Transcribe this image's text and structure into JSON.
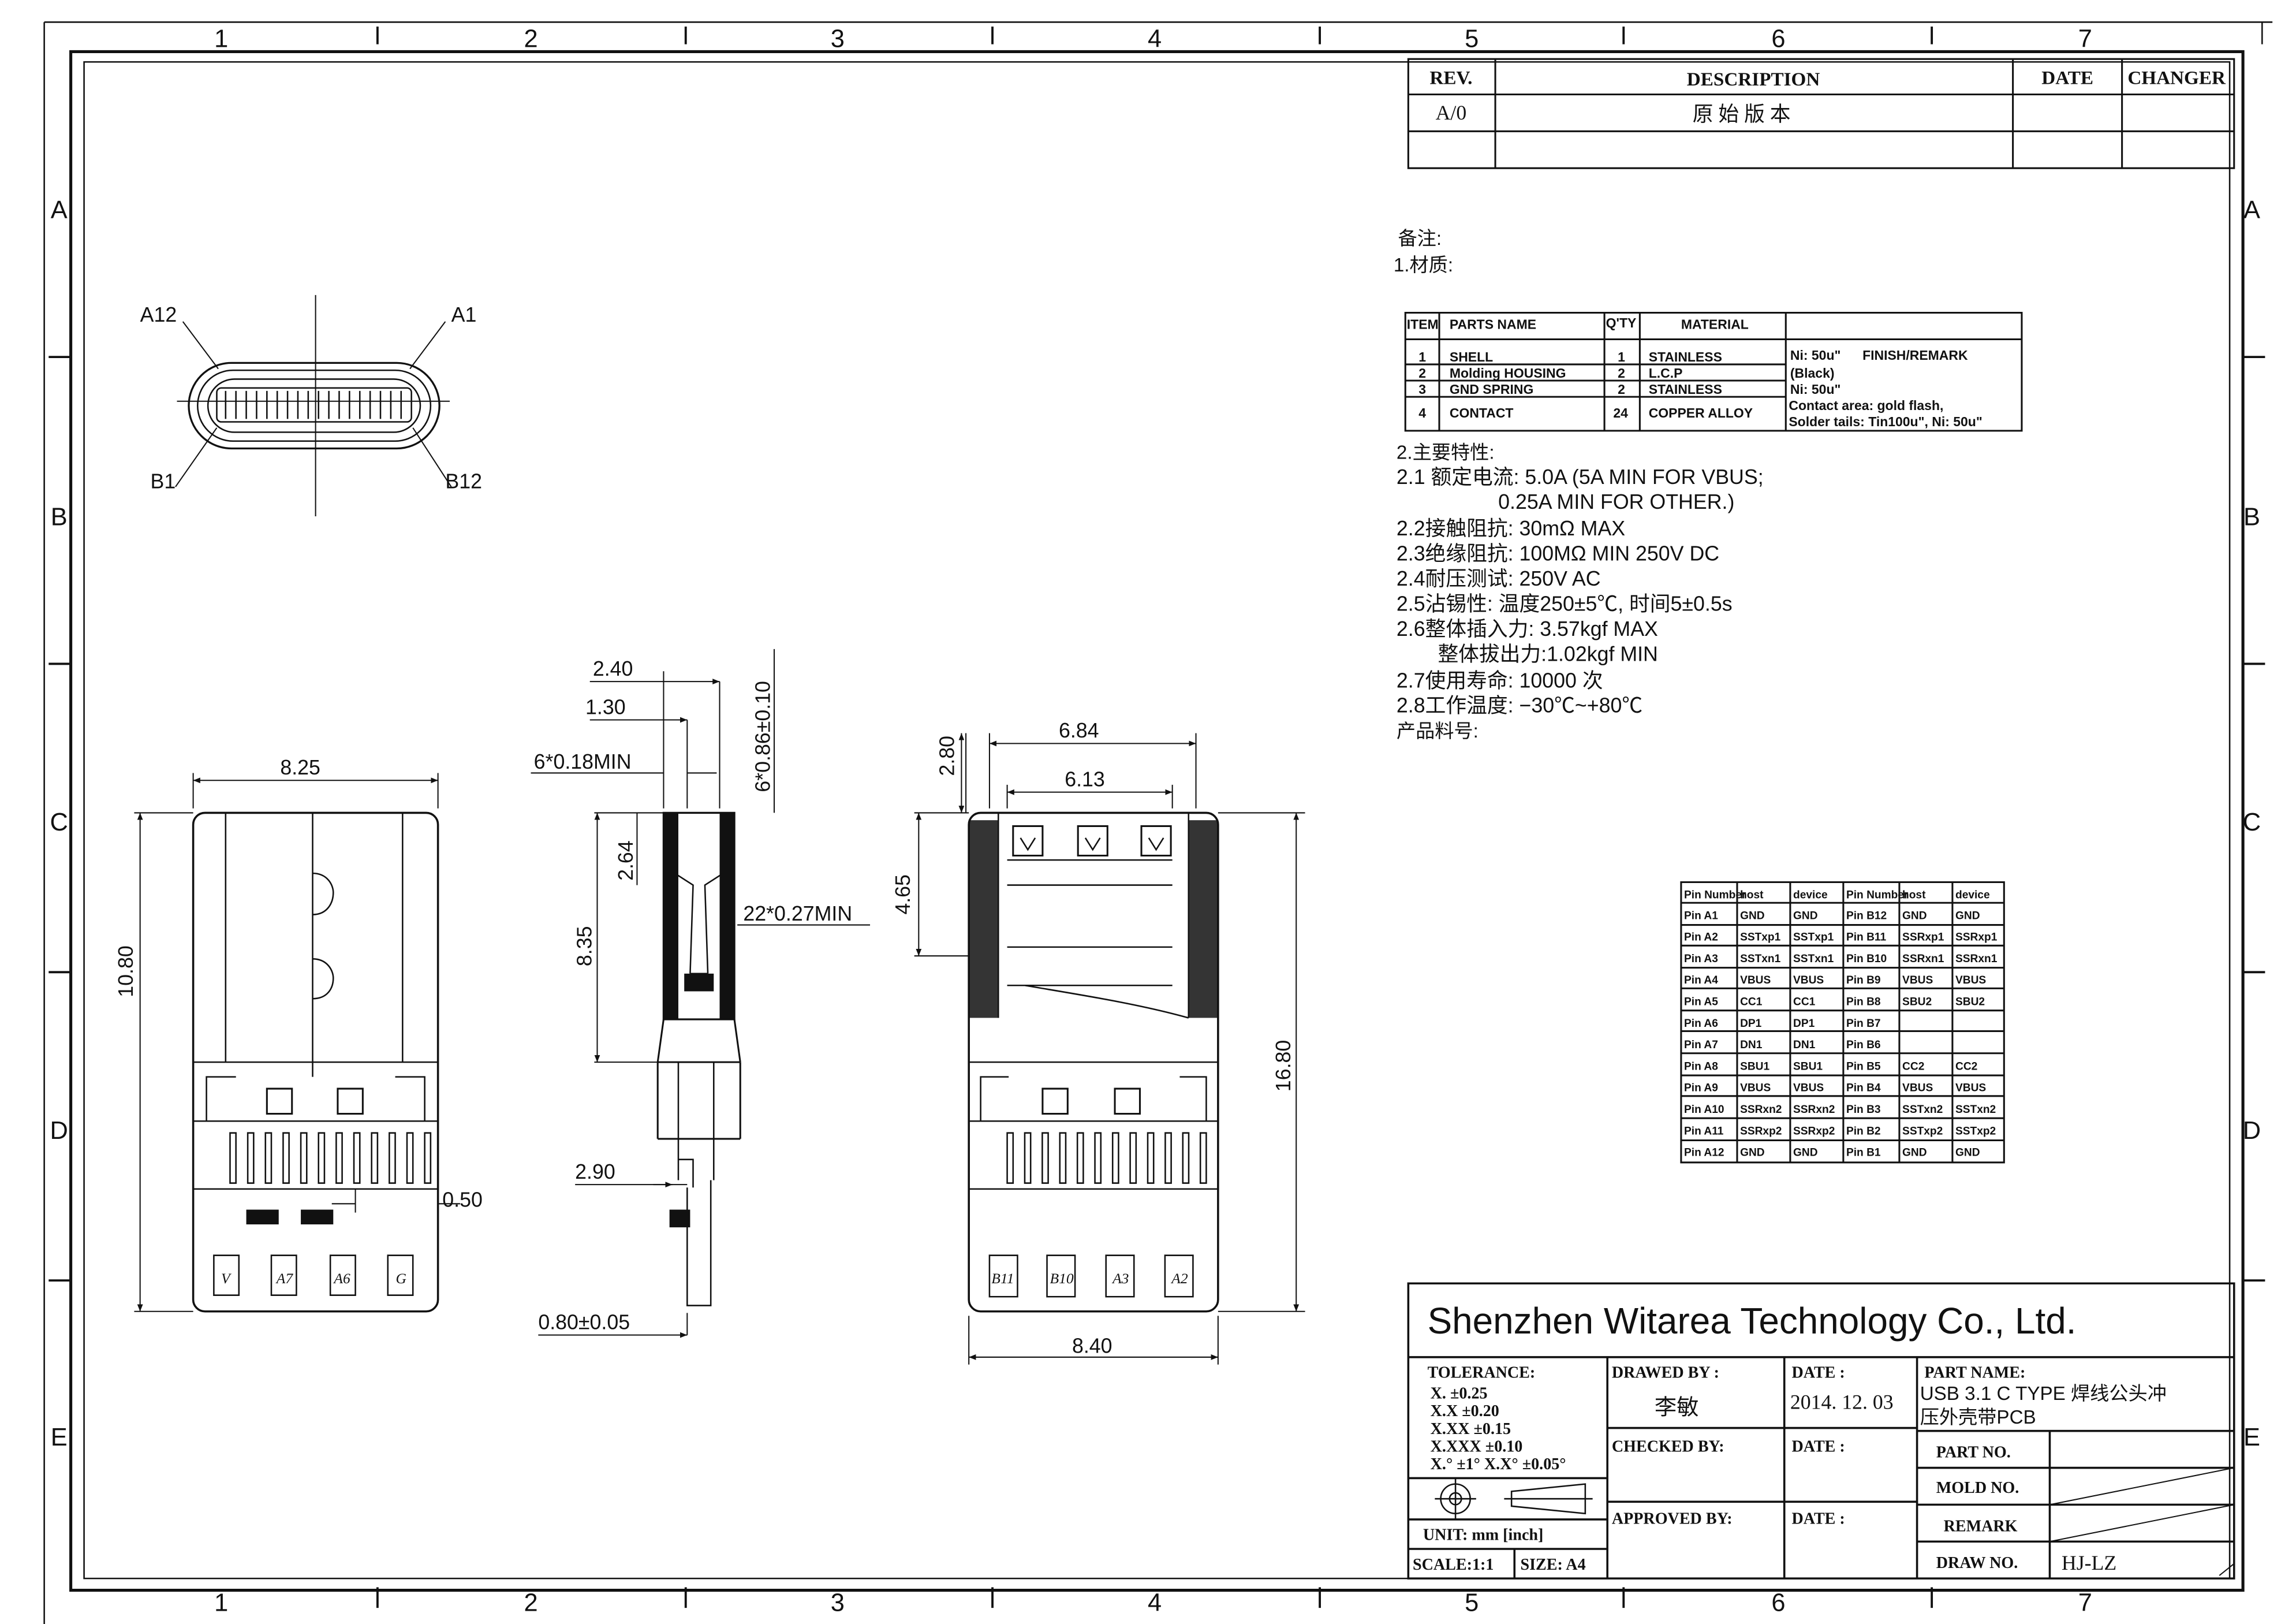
{
  "frame": {
    "columns": [
      "1",
      "2",
      "3",
      "4",
      "5",
      "6",
      "7"
    ],
    "rows": [
      "A",
      "B",
      "C",
      "D",
      "E"
    ]
  },
  "revision_table": {
    "headers": [
      "REV.",
      "DESCRIPTION",
      "DATE",
      "CHANGER"
    ],
    "rows": [
      [
        "A/0",
        "原 始 版 本",
        "",
        ""
      ],
      [
        "",
        "",
        "",
        ""
      ]
    ]
  },
  "notes": {
    "heading": "备注:",
    "material_heading": "1.材质:",
    "features_heading": "2.主要特性:",
    "features": [
      "2.1 额定电流: 5.0A (5A MIN FOR VBUS;",
      "0.25A MIN FOR OTHER.)",
      "2.2接触阻抗: 30mΩ MAX",
      "2.3绝缘阻抗: 100MΩ MIN 250V DC",
      "2.4耐压测试: 250V AC",
      "2.5沾锡性: 温度250±5℃, 时间5±0.5s",
      "2.6整体插入力: 3.57kgf MAX",
      "整体拔出力:1.02kgf MIN",
      "2.7使用寿命: 10000 次",
      "2.8工作温度: −30℃~+80℃",
      "产品料号:"
    ]
  },
  "materials_table": {
    "headers": [
      "ITEM",
      "PARTS NAME",
      "Q'TY",
      "MATERIAL",
      "FINISH/REMARK"
    ],
    "rows": [
      [
        "1",
        "SHELL",
        "1",
        "STAINLESS",
        "Ni: 50u\""
      ],
      [
        "2",
        "Molding HOUSING",
        "2",
        "L.C.P",
        "(Black)"
      ],
      [
        "3",
        "GND SPRING",
        "2",
        "STAINLESS",
        "Ni: 50u\""
      ],
      [
        "4",
        "CONTACT",
        "24",
        "COPPER ALLOY",
        "Contact area: gold flash,"
      ]
    ],
    "extra_remark": "Solder tails: Tin100u\", Ni: 50u\""
  },
  "pin_table": {
    "headers": [
      "Pin Number",
      "host",
      "device",
      "Pin Number",
      "host",
      "device"
    ],
    "rows": [
      [
        "Pin A1",
        "GND",
        "GND",
        "Pin B12",
        "GND",
        "GND"
      ],
      [
        "Pin A2",
        "SSTxp1",
        "SSTxp1",
        "Pin B11",
        "SSRxp1",
        "SSRxp1"
      ],
      [
        "Pin A3",
        "SSTxn1",
        "SSTxn1",
        "Pin B10",
        "SSRxn1",
        "SSRxn1"
      ],
      [
        "Pin A4",
        "VBUS",
        "VBUS",
        "Pin B9",
        "VBUS",
        "VBUS"
      ],
      [
        "Pin A5",
        "CC1",
        "CC1",
        "Pin B8",
        "SBU2",
        "SBU2"
      ],
      [
        "Pin A6",
        "DP1",
        "DP1",
        "Pin B7",
        "",
        ""
      ],
      [
        "Pin A7",
        "DN1",
        "DN1",
        "Pin B6",
        "",
        ""
      ],
      [
        "Pin A8",
        "SBU1",
        "SBU1",
        "Pin B5",
        "CC2",
        "CC2"
      ],
      [
        "Pin A9",
        "VBUS",
        "VBUS",
        "Pin B4",
        "VBUS",
        "VBUS"
      ],
      [
        "Pin A10",
        "SSRxn2",
        "SSRxn2",
        "Pin B3",
        "SSTxn2",
        "SSTxn2"
      ],
      [
        "Pin A11",
        "SSRxp2",
        "SSRxp2",
        "Pin B2",
        "SSTxp2",
        "SSTxp2"
      ],
      [
        "Pin A12",
        "GND",
        "GND",
        "Pin B1",
        "GND",
        "GND"
      ]
    ]
  },
  "views": {
    "face": {
      "labels": [
        "A12",
        "A1",
        "B1",
        "B12"
      ]
    },
    "top": {
      "dims": [
        "8.25",
        "10.80",
        "0.50"
      ],
      "pin_marks": [
        "V",
        "A7",
        "A6",
        "G"
      ]
    },
    "side": {
      "dims": [
        "2.40",
        "1.30",
        "6*0.18MIN",
        "6*0.86±0.10",
        "2.64",
        "22*0.27MIN",
        "8.35",
        "2.90",
        "0.80±0.05"
      ]
    },
    "bottom": {
      "dims": [
        "6.84",
        "6.13",
        "2.80",
        "4.65",
        "16.80",
        "8.40"
      ],
      "pin_marks": [
        "B11",
        "B10",
        "A3",
        "A2"
      ]
    }
  },
  "title_block": {
    "company": "Shenzhen Witarea Technology Co., Ltd.",
    "tolerance_label": "TOLERANCE:",
    "tolerances": [
      "X.    ±0.25",
      "X.X   ±0.20",
      "X.XX  ±0.15",
      "X.XXX ±0.10",
      "X.° ±1°     X.X° ±0.05°"
    ],
    "unit": "UNIT: mm [inch]",
    "scale": "SCALE:1:1",
    "size": "SIZE: A4",
    "drawn_by_label": "DRAWED BY :",
    "drawn_by": "李敏",
    "checked_by_label": "CHECKED BY:",
    "approved_by_label": "APPROVED BY:",
    "date_label": "DATE :",
    "date": "2014. 12. 03",
    "part_name_label": "PART NAME:",
    "part_name_line1": "USB 3.1 C TYPE 焊线公头冲",
    "part_name_line2": "压外壳带PCB",
    "part_no_label": "PART NO.",
    "mold_no_label": "MOLD NO.",
    "remark_label": "REMARK",
    "draw_no_label": "DRAW NO.",
    "draw_no": "HJ-LZ"
  }
}
